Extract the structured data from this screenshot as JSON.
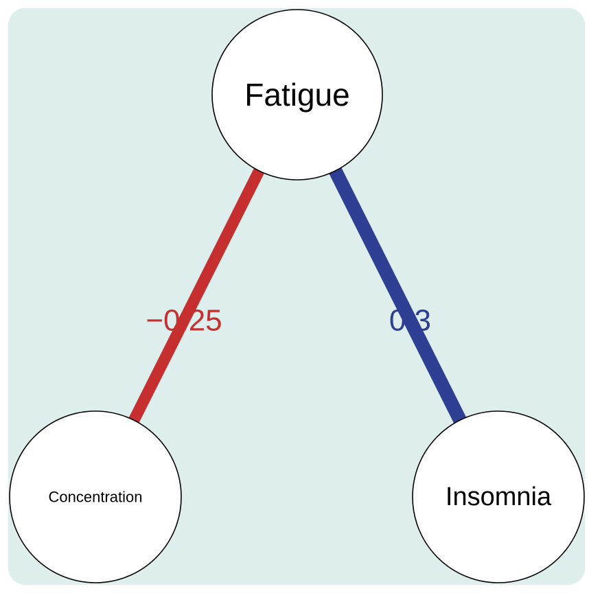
{
  "colors": {
    "background": "#deeeed",
    "negative_edge": "#c62f2f",
    "positive_edge": "#2e3e93",
    "node_fill": "#ffffff",
    "node_stroke": "#000000"
  },
  "network": {
    "nodes": [
      {
        "id": "fatigue",
        "label": "Fatigue"
      },
      {
        "id": "concentration",
        "label": "Concentration"
      },
      {
        "id": "insomnia",
        "label": "Insomnia"
      }
    ],
    "edges": [
      {
        "id": "fatigue-concentration",
        "from": "fatigue",
        "to": "concentration",
        "weight": -0.25,
        "label": "−0.25"
      },
      {
        "id": "fatigue-insomnia",
        "from": "fatigue",
        "to": "insomnia",
        "weight": 0.3,
        "label": "0.3"
      }
    ]
  }
}
